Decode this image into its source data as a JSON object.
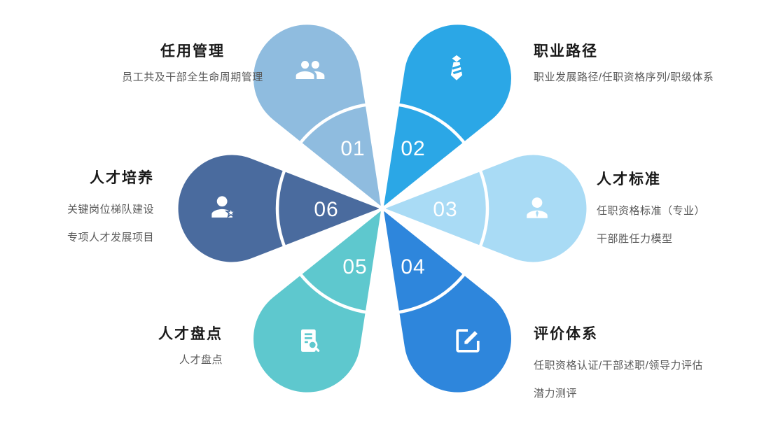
{
  "page": {
    "background": "#FFFFFF"
  },
  "diagram": {
    "type": "flower-petal-diagram",
    "ring_color": "#FFFFFF",
    "icon_color": "#FFFFFF"
  },
  "modules": [
    {
      "number": "01",
      "title": "任用管理",
      "lines": [
        "员工共及干部全生命周期管理"
      ],
      "color": "#8FBCDF",
      "icon": "people-icon",
      "position": "top-left"
    },
    {
      "number": "02",
      "title": "职业路径",
      "lines": [
        "职业发展路径/任职资格序列/职级体系"
      ],
      "color": "#2BA7E6",
      "icon": "necktie-icon",
      "position": "top-right"
    },
    {
      "number": "03",
      "title": "人才标准",
      "lines": [
        "任职资格标准（专业）",
        "干部胜任力模型"
      ],
      "color": "#A9DBF5",
      "icon": "person-icon",
      "position": "right"
    },
    {
      "number": "04",
      "title": "评价体系",
      "lines": [
        "任职资格认证/干部述职/领导力评估",
        "潜力测评"
      ],
      "color": "#2E86DC",
      "icon": "edit-icon",
      "position": "bottom-right"
    },
    {
      "number": "05",
      "title": "人才盘点",
      "lines": [
        "人才盘点"
      ],
      "color": "#5EC8CE",
      "icon": "doc-search-icon",
      "position": "bottom-left"
    },
    {
      "number": "06",
      "title": "人才培养",
      "lines": [
        "关键岗位梯队建设",
        "专项人才发展项目"
      ],
      "color": "#4A6B9E",
      "icon": "person-star-icon",
      "position": "left"
    }
  ]
}
